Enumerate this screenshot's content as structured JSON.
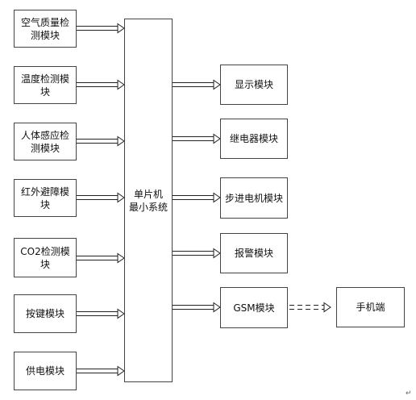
{
  "inputs": [
    {
      "label": "空气质量检测模块"
    },
    {
      "label": "温度检测模块"
    },
    {
      "label": "人体感应检测模块"
    },
    {
      "label": "红外避障模块"
    },
    {
      "label": "CO2检测模块"
    },
    {
      "label": "按键模块"
    },
    {
      "label": "供电模块"
    }
  ],
  "mcu": {
    "line1": "单片机",
    "line2": "最小系统"
  },
  "outputs": [
    {
      "label": "显示模块"
    },
    {
      "label": "继电器模块"
    },
    {
      "label": "步进电机模块"
    },
    {
      "label": "报警模块"
    },
    {
      "label": "GSM模块"
    }
  ],
  "phone": {
    "label": "手机端"
  },
  "end_mark": "↵"
}
